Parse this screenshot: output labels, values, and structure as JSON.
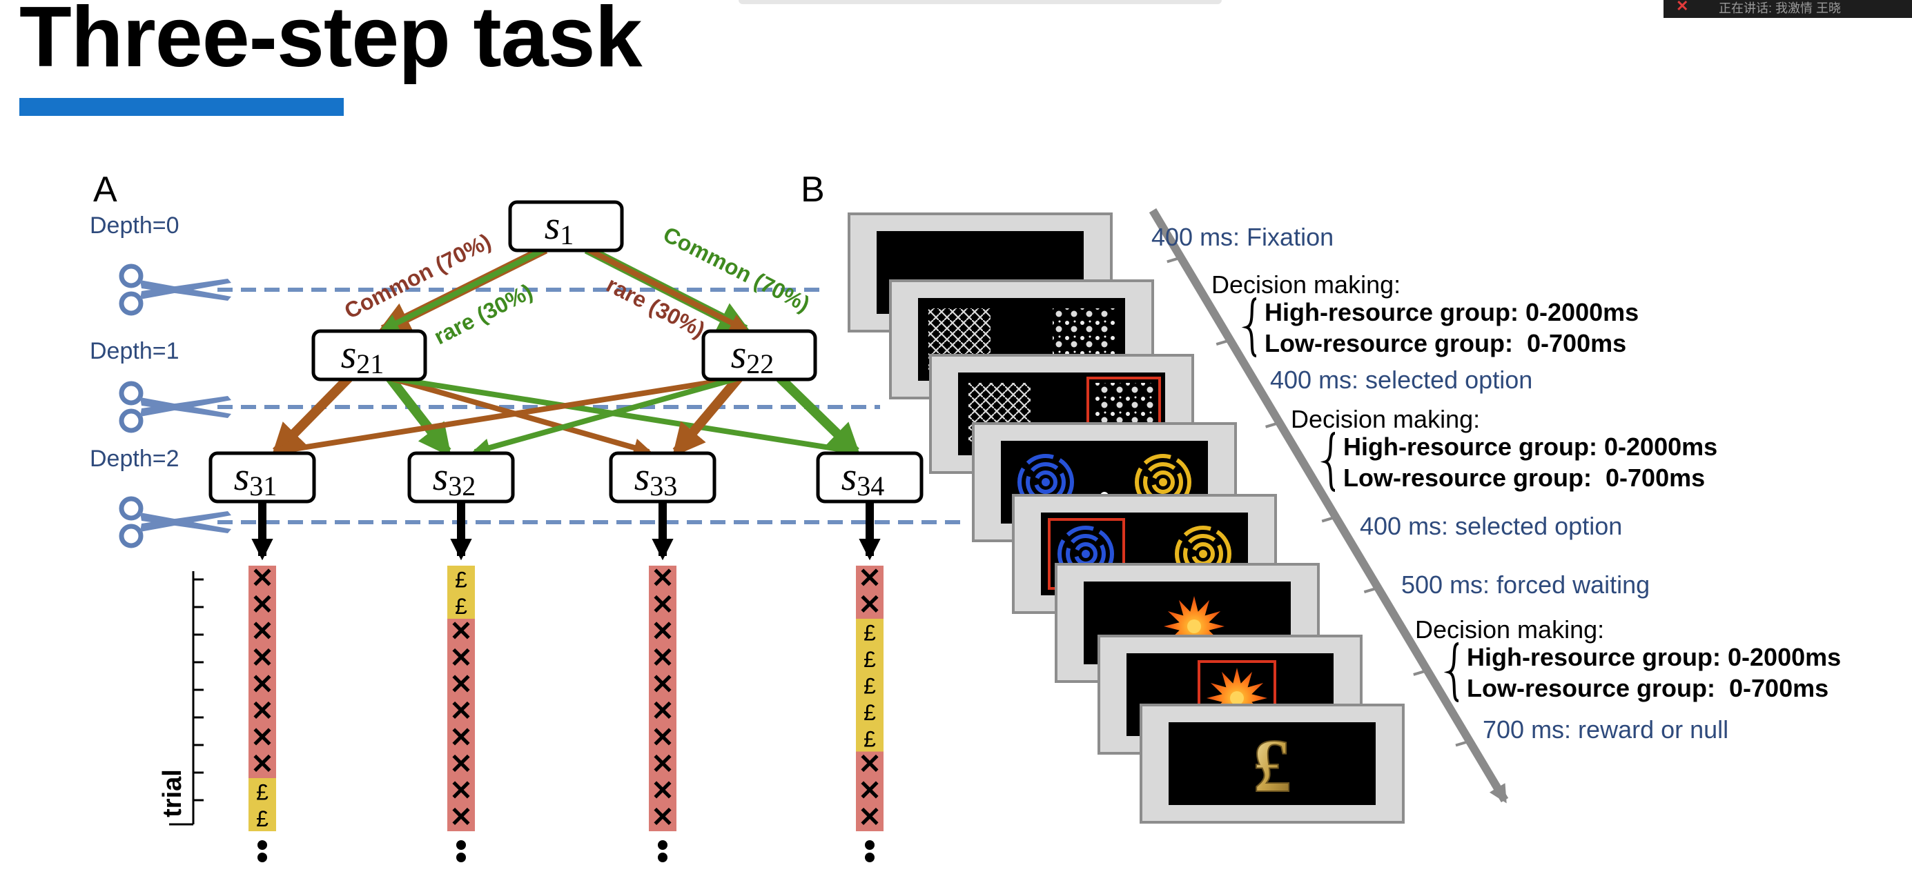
{
  "slide": {
    "title": "Three-step task",
    "window_bar_text": "正在讲话: 我激情 王晓"
  },
  "panel_a": {
    "label": "A",
    "depth_labels": [
      "Depth=0",
      "Depth=1",
      "Depth=2"
    ],
    "states": [
      {
        "id": "s1",
        "base": "s",
        "sub": "1"
      },
      {
        "id": "s21",
        "base": "s",
        "sub": "21"
      },
      {
        "id": "s22",
        "base": "s",
        "sub": "22"
      },
      {
        "id": "s31",
        "base": "s",
        "sub": "31"
      },
      {
        "id": "s32",
        "base": "s",
        "sub": "32"
      },
      {
        "id": "s33",
        "base": "s",
        "sub": "33"
      },
      {
        "id": "s34",
        "base": "s",
        "sub": "34"
      }
    ],
    "transition_labels": {
      "common_left": "Common (70%)",
      "common_right": "Common (70%)",
      "rare_left": "rare (30%)",
      "rare_right": "rare (30%)"
    },
    "trial_axis_label": "trial",
    "outcome_columns": [
      [
        "x",
        "x",
        "x",
        "x",
        "x",
        "x",
        "x",
        "x",
        "£",
        "£"
      ],
      [
        "£",
        "£",
        "x",
        "x",
        "x",
        "x",
        "x",
        "x",
        "x",
        "x"
      ],
      [
        "x",
        "x",
        "x",
        "x",
        "x",
        "x",
        "x",
        "x",
        "x",
        "x"
      ],
      [
        "x",
        "x",
        "£",
        "£",
        "£",
        "£",
        "£",
        "x",
        "x",
        "x"
      ]
    ],
    "colors": {
      "brown": "#a65a1e",
      "green": "#4f9a2a",
      "label_brown": "#8b3a2a",
      "label_green": "#3f8a1f",
      "depth_text": "#2e4a7c",
      "cross_cell": "#d97b74",
      "pound_cell": "#e4c84a",
      "dashed_line": "#6f8fc0"
    }
  },
  "panel_b": {
    "label": "B",
    "timeline": [
      {
        "text": "400 ms: Fixation",
        "kind": "timing"
      },
      {
        "text": "Decision making:",
        "kind": "decision_title"
      },
      {
        "text": "High-resource group: 0-2000ms",
        "kind": "decision_item"
      },
      {
        "text": "Low-resource group:  0-700ms",
        "kind": "decision_item"
      },
      {
        "text": "400 ms: selected option",
        "kind": "timing"
      },
      {
        "text": "Decision making:",
        "kind": "decision_title"
      },
      {
        "text": "High-resource group: 0-2000ms",
        "kind": "decision_item"
      },
      {
        "text": "Low-resource group:  0-700ms",
        "kind": "decision_item"
      },
      {
        "text": "400 ms: selected option",
        "kind": "timing"
      },
      {
        "text": "500 ms: forced waiting",
        "kind": "timing"
      },
      {
        "text": "Decision making:",
        "kind": "decision_title"
      },
      {
        "text": "High-resource group: 0-2000ms",
        "kind": "decision_item"
      },
      {
        "text": "Low-resource group:  0-700ms",
        "kind": "decision_item"
      },
      {
        "text": "700 ms: reward or null",
        "kind": "timing"
      }
    ],
    "screens": [
      "fixation",
      "fractal-choice",
      "fractal-selected",
      "spiral-choice",
      "spiral-selected",
      "flower",
      "flower-selected",
      "pound-reward"
    ],
    "reward_symbol": "£"
  }
}
